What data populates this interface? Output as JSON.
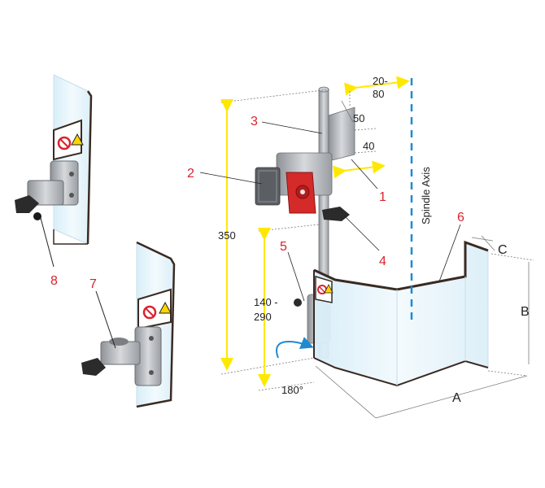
{
  "colors": {
    "callout_red": "#d9232e",
    "dimension_yellow": "#ffe800",
    "axis_blue": "#1f8ad2",
    "shield_glass": "#e6f4fb",
    "metal": "#b9bcc0",
    "motor_red": "#d42a2a",
    "outline": "#3a2a22"
  },
  "callouts": {
    "n1": "1",
    "n2": "2",
    "n3": "3",
    "n4": "4",
    "n5": "5",
    "n6": "6",
    "n7": "7",
    "n8": "8"
  },
  "dimensions": {
    "offset": "20-\n80",
    "d50": "50",
    "d40": "40",
    "height": "350",
    "range_top": "140 -",
    "range_bottom": "290",
    "rotation": "180°",
    "a": "A",
    "b": "B",
    "c": "C"
  },
  "axis_label": "Spindle Axis",
  "icons": [
    "no-entry-sign-icon",
    "hand-warning-sign-icon",
    "knob-icon"
  ]
}
